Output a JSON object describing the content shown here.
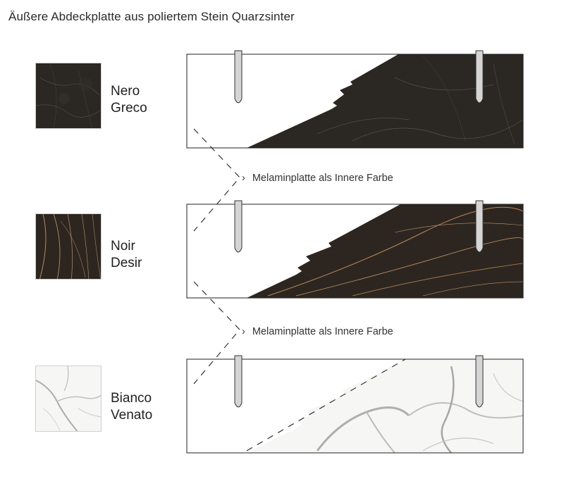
{
  "title": "Äußere Abdeckplatte aus poliertem Stein Quarzsinter",
  "materials": [
    {
      "name_line1": "Nero",
      "name_line2": "Greco",
      "color": "#2b2723",
      "vein": "#d8d2c8"
    },
    {
      "name_line1": "Noir",
      "name_line2": "Desir",
      "color": "#2d2620",
      "vein": "#b88a5a"
    },
    {
      "name_line1": "Bianco",
      "name_line2": "Venato",
      "color": "#f4f4f3",
      "vein": "#9a9896"
    }
  ],
  "annotations": [
    {
      "text": "Melaminplatte als Innere Farbe"
    },
    {
      "text": "Melaminplatte als Innere Farbe"
    }
  ]
}
